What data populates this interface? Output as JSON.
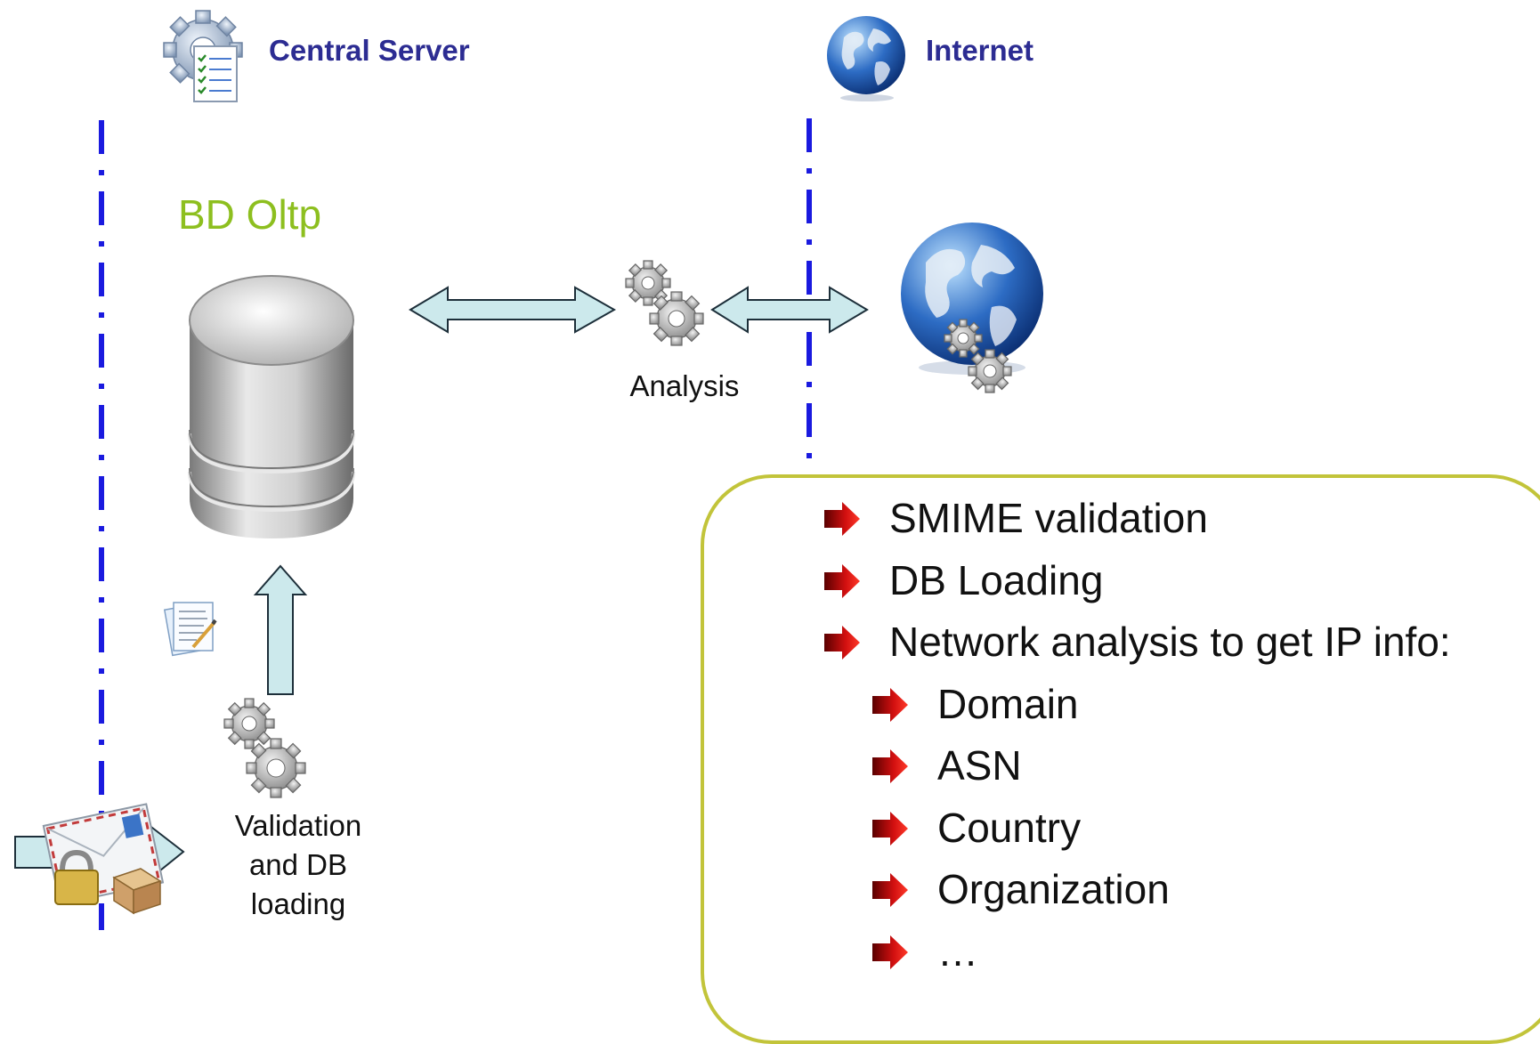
{
  "headers": {
    "central_server": "Central Server",
    "internet": "Internet"
  },
  "db_title": "BD Oltp",
  "analysis_label": "Analysis",
  "validation_label": [
    "Validation",
    "and DB",
    "loading"
  ],
  "bullets": [
    {
      "text": "SMIME validation",
      "level": 1
    },
    {
      "text": "DB Loading",
      "level": 1
    },
    {
      "text": "Network analysis to get IP info:",
      "level": 1
    },
    {
      "text": "Domain",
      "level": 2
    },
    {
      "text": "ASN",
      "level": 2
    },
    {
      "text": "Country",
      "level": 2
    },
    {
      "text": "Organization",
      "level": 2
    },
    {
      "text": "…",
      "level": 2
    }
  ],
  "colors": {
    "header_text": "#2c2c92",
    "db_title": "#8dbf1f",
    "dashed_line": "#1a1adf",
    "arrow_fill": "#cce9ec",
    "box_border": "#c2c43a",
    "bullet_arrow": "#d21010"
  },
  "icons": [
    "gear-checklist-icon",
    "globe-icon",
    "database-icon",
    "gears-icon",
    "globe-gears-icon",
    "document-icon",
    "secure-mail-icon"
  ]
}
